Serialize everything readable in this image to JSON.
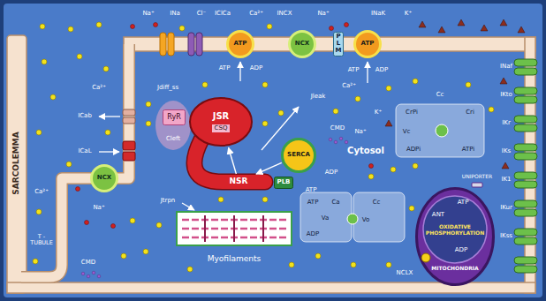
{
  "diagram": {
    "nodes": [
      {
        "text": [
          "ATP"
        ]
      },
      {
        "text": [
          "NCX"
        ]
      },
      {
        "text": [
          "PLM"
        ]
      },
      {
        "text": [
          "ATP"
        ]
      },
      {
        "text": [
          "RyR"
        ]
      },
      {
        "text": [
          "JSR",
          "CSQ"
        ]
      },
      {
        "text": [
          "NSR"
        ]
      },
      {
        "text": [
          "SERCA"
        ]
      },
      {
        "text": [
          "PLB"
        ]
      },
      {
        "text": [
          "Myofilaments"
        ]
      },
      {
        "text": [
          "OXIDATIVE PHOSPHORYLATION",
          "MITOCHONDRIA"
        ]
      },
      {
        "text": [
          "NCX"
        ]
      }
    ],
    "edges": [
      {
        "from": 6,
        "to": 5,
        "arrow": "to"
      },
      {
        "from": 7,
        "to": 6,
        "arrow": "to"
      }
    ],
    "labels": [
      "Na⁺",
      "INa",
      "Cl⁻",
      "IClCa",
      "Ca²⁺",
      "INCX",
      "Na⁺",
      "INaK",
      "K⁺",
      "ATP",
      "ADP",
      "ATP",
      "ADP",
      "SARCOLEMMA",
      "Ca²⁺",
      "ICab",
      "ICaL",
      "Jdiff_ss",
      "Cleft",
      "Jleak",
      "Ca²⁺",
      "CMD",
      "ADP",
      "ATP",
      "Cytosol",
      "K⁺",
      "Na⁺",
      "Cc",
      "CrPi",
      "Cri",
      "Vc",
      "ADPi",
      "ATPi",
      "Jtrpn",
      "ATP",
      "Ca",
      "Va",
      "ADP",
      "Cc",
      "Vo",
      "UNIPORTER",
      "ATP",
      "ANT",
      "ADP",
      "NCLX",
      "Ca²⁺",
      "Na⁺",
      "T - TUBULE",
      "CMD",
      "INaf",
      "IKto",
      "IKr",
      "IKs",
      "IK1",
      "IKur",
      "IKss"
    ]
  }
}
